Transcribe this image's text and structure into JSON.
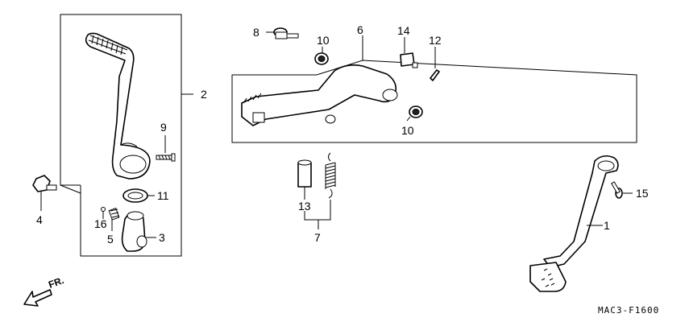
{
  "callouts": {
    "c1": "1",
    "c2": "2",
    "c3": "3",
    "c4": "4",
    "c5": "5",
    "c6": "6",
    "c7": "7",
    "c8": "8",
    "c9": "9",
    "c10a": "10",
    "c10b": "10",
    "c11": "11",
    "c12": "12",
    "c13": "13",
    "c14": "14",
    "c15": "15",
    "c16": "16"
  },
  "direction_label": "FR.",
  "diagram_code": "MAC3-F1600"
}
